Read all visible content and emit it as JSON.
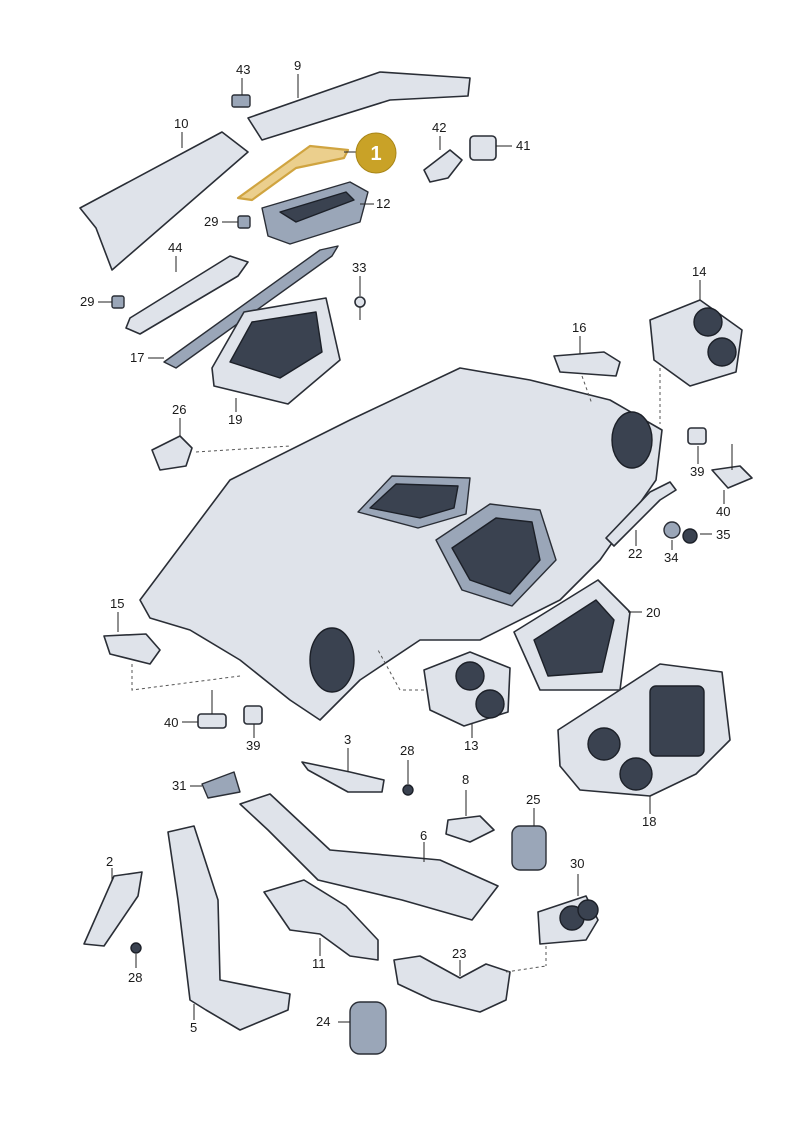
{
  "highlight": {
    "number": "1",
    "color": "#c9a227"
  },
  "labels": {
    "p2": "2",
    "p3": "3",
    "p5": "5",
    "p6": "6",
    "p8": "8",
    "p9": "9",
    "p10": "10",
    "p11": "11",
    "p12": "12",
    "p13": "13",
    "p14": "14",
    "p15": "15",
    "p16": "16",
    "p17": "17",
    "p18": "18",
    "p19": "19",
    "p20": "20",
    "p22": "22",
    "p23": "23",
    "p24": "24",
    "p25": "25",
    "p26": "26",
    "p28a": "28",
    "p28b": "28",
    "p29a": "29",
    "p29b": "29",
    "p30": "30",
    "p31": "31",
    "p33": "33",
    "p34": "34",
    "p35": "35",
    "p39a": "39",
    "p39b": "39",
    "p40a": "40",
    "p40b": "40",
    "p41": "41",
    "p42": "42",
    "p43": "43",
    "p44": "44"
  }
}
